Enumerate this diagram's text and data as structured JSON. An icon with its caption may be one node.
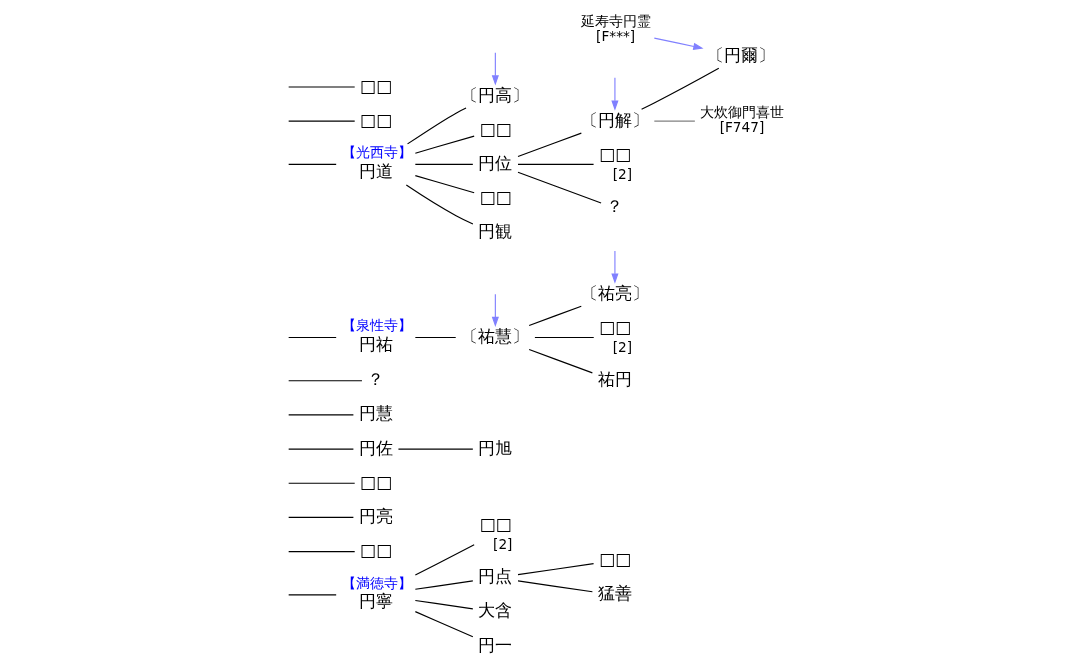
{
  "diagram": {
    "nodes": [
      {
        "text": [
          "□□"
        ],
        "beside": [
          "[2]"
        ]
      },
      {
        "text": [
          "□□"
        ]
      },
      {
        "text": [
          "円亮"
        ]
      },
      {
        "text": [
          "円寧"
        ],
        "beside": [
          "【満徳寺】"
        ]
      },
      {
        "text": [
          "円点"
        ]
      },
      {
        "text": [
          "□□"
        ]
      },
      {
        "text": [
          "□□"
        ]
      },
      {
        "text": [
          "円佐"
        ]
      },
      {
        "text": [
          "円旭"
        ]
      },
      {
        "text": [
          "大含"
        ]
      },
      {
        "text": [
          "猛善"
        ]
      },
      {
        "text": [
          "円慧"
        ]
      },
      {
        "text": [
          "円一"
        ]
      },
      {
        "text": [
          "？"
        ]
      },
      {
        "text": [
          "円祐"
        ],
        "beside": [
          "【泉性寺】"
        ]
      },
      {
        "text": [
          "〔祐慧〕"
        ]
      },
      {
        "text": [
          "〔祐亮〕"
        ]
      },
      {
        "text": [
          "□□"
        ],
        "beside": [
          "[2]"
        ]
      },
      {
        "text": [
          "円道"
        ],
        "beside": [
          "【光西寺】"
        ]
      },
      {
        "text": [
          "〔円高〕"
        ]
      },
      {
        "text": [
          "祐円"
        ]
      },
      {
        "text": [
          "□□"
        ]
      },
      {
        "text": [
          "□□"
        ],
        "beside": [
          "[2]"
        ]
      },
      {
        "text": [
          "□□"
        ]
      },
      {
        "text": [
          "円位"
        ]
      },
      {
        "text": [
          "？"
        ]
      },
      {
        "text": [
          "延寿寺円霊",
          "[F***]"
        ]
      },
      {
        "text": [
          "□□"
        ]
      },
      {
        "text": [
          "□□"
        ]
      },
      {
        "text": [
          "円観"
        ]
      },
      {
        "text": [
          "〔円解〕"
        ]
      },
      {
        "text": [
          "〔円爾〕"
        ]
      },
      {
        "text": [
          "大炊御門喜世",
          "[F747]"
        ]
      }
    ],
    "edges": [
      {
        "from": null,
        "to": 1,
        "arrow": "none"
      },
      {
        "from": null,
        "to": 6,
        "arrow": "none"
      },
      {
        "from": null,
        "to": 11,
        "arrow": "none"
      },
      {
        "from": null,
        "to": 13,
        "arrow": "none"
      },
      {
        "from": null,
        "to": 2,
        "arrow": "none"
      },
      {
        "from": null,
        "to": 7,
        "arrow": "none"
      },
      {
        "from": null,
        "to": 14,
        "arrow": "none"
      },
      {
        "from": null,
        "to": 18,
        "arrow": "none"
      },
      {
        "from": null,
        "to": 23,
        "arrow": "none"
      },
      {
        "from": null,
        "to": 28,
        "arrow": "none"
      },
      {
        "from": null,
        "to": 3,
        "arrow": "none"
      },
      {
        "from": 3,
        "to": 0,
        "arrow": "none"
      },
      {
        "from": 3,
        "to": 4,
        "arrow": "none"
      },
      {
        "from": 3,
        "to": 9,
        "arrow": "none"
      },
      {
        "from": 3,
        "to": 12,
        "arrow": "none"
      },
      {
        "from": 4,
        "to": 5,
        "arrow": "none"
      },
      {
        "from": 4,
        "to": 10,
        "arrow": "none"
      },
      {
        "from": 7,
        "to": 8,
        "arrow": "none"
      },
      {
        "from": 14,
        "to": 15,
        "arrow": "none"
      },
      {
        "from": 15,
        "to": 16,
        "arrow": "none"
      },
      {
        "from": 15,
        "to": 17,
        "arrow": "none"
      },
      {
        "from": 15,
        "to": 20,
        "arrow": "none"
      },
      {
        "from": 18,
        "to": 19,
        "arrow": "none"
      },
      {
        "from": 18,
        "to": 21,
        "arrow": "none"
      },
      {
        "from": 18,
        "to": 24,
        "arrow": "none"
      },
      {
        "from": 18,
        "to": 27,
        "arrow": "none"
      },
      {
        "from": 18,
        "to": 29,
        "arrow": "none"
      },
      {
        "from": 24,
        "to": 22,
        "arrow": "none"
      },
      {
        "from": 24,
        "to": 25,
        "arrow": "none"
      },
      {
        "from": 24,
        "to": 30,
        "arrow": "none"
      },
      {
        "from": 30,
        "to": 31,
        "arrow": "none"
      },
      {
        "from": 30,
        "to": 32,
        "arrow": "none",
        "color": "#808080"
      },
      {
        "from": null,
        "to": 15,
        "arrow": "to",
        "color": "#8080ff"
      },
      {
        "from": null,
        "to": 16,
        "arrow": "to",
        "color": "#8080ff"
      },
      {
        "from": null,
        "to": 19,
        "arrow": "to",
        "color": "#8080ff"
      },
      {
        "from": null,
        "to": 30,
        "arrow": "to",
        "color": "#8080ff"
      },
      {
        "from": 26,
        "to": 31,
        "arrow": "to",
        "color": "#8080ff"
      }
    ]
  }
}
